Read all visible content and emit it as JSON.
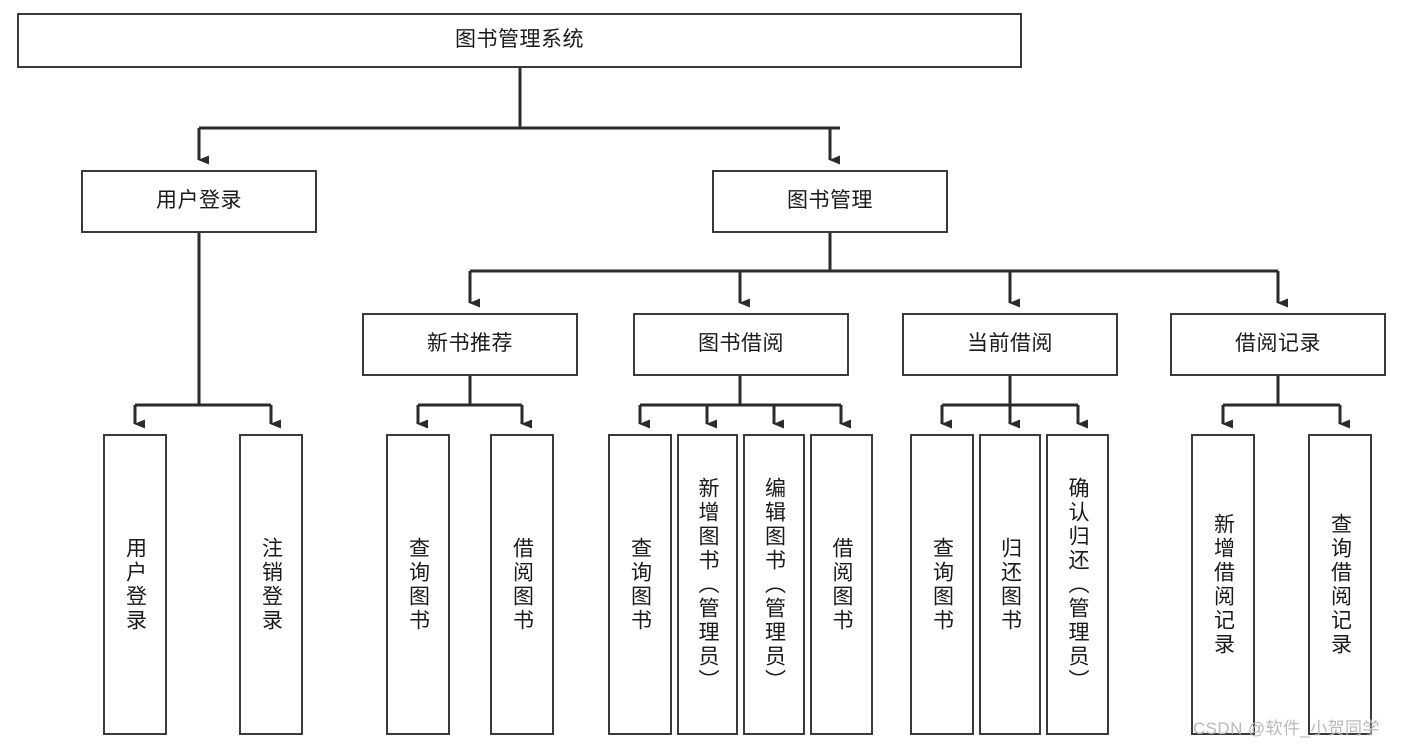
{
  "diagram": {
    "type": "tree",
    "title": "图书管理系统",
    "watermark": "CSDN @软件_小贺同学",
    "colors": {
      "box_border": "#3a3a3a",
      "box_fill": "#ffffff",
      "connector": "#2b2b2b",
      "text": "#1a1a1a",
      "watermark": "#b9b9b9",
      "background": "#ffffff"
    },
    "levels": {
      "root": {
        "label": "图书管理系统",
        "orientation": "horizontal"
      },
      "level2": [
        {
          "label": "用户登录",
          "orientation": "horizontal"
        },
        {
          "label": "图书管理",
          "orientation": "horizontal"
        }
      ],
      "level3": [
        {
          "label": "新书推荐",
          "orientation": "horizontal"
        },
        {
          "label": "图书借阅",
          "orientation": "horizontal"
        },
        {
          "label": "当前借阅",
          "orientation": "horizontal"
        },
        {
          "label": "借阅记录",
          "orientation": "horizontal"
        }
      ],
      "leaves": [
        {
          "label": "用户登录",
          "orientation": "vertical",
          "parent": "用户登录"
        },
        {
          "label": "注销登录",
          "orientation": "vertical",
          "parent": "用户登录"
        },
        {
          "label": "查询图书",
          "orientation": "vertical",
          "parent": "新书推荐"
        },
        {
          "label": "借阅图书",
          "orientation": "vertical",
          "parent": "新书推荐"
        },
        {
          "label": "查询图书",
          "orientation": "vertical",
          "parent": "图书借阅"
        },
        {
          "label": "新增图书（管理员）",
          "orientation": "vertical",
          "parent": "图书借阅"
        },
        {
          "label": "编辑图书（管理员）",
          "orientation": "vertical",
          "parent": "图书借阅"
        },
        {
          "label": "借阅图书",
          "orientation": "vertical",
          "parent": "图书借阅"
        },
        {
          "label": "查询图书",
          "orientation": "vertical",
          "parent": "当前借阅"
        },
        {
          "label": "归还图书",
          "orientation": "vertical",
          "parent": "当前借阅"
        },
        {
          "label": "确认归还（管理员）",
          "orientation": "vertical",
          "parent": "当前借阅"
        },
        {
          "label": "新增借阅记录",
          "orientation": "vertical",
          "parent": "借阅记录"
        },
        {
          "label": "查询借阅记录",
          "orientation": "vertical",
          "parent": "借阅记录"
        }
      ]
    }
  }
}
